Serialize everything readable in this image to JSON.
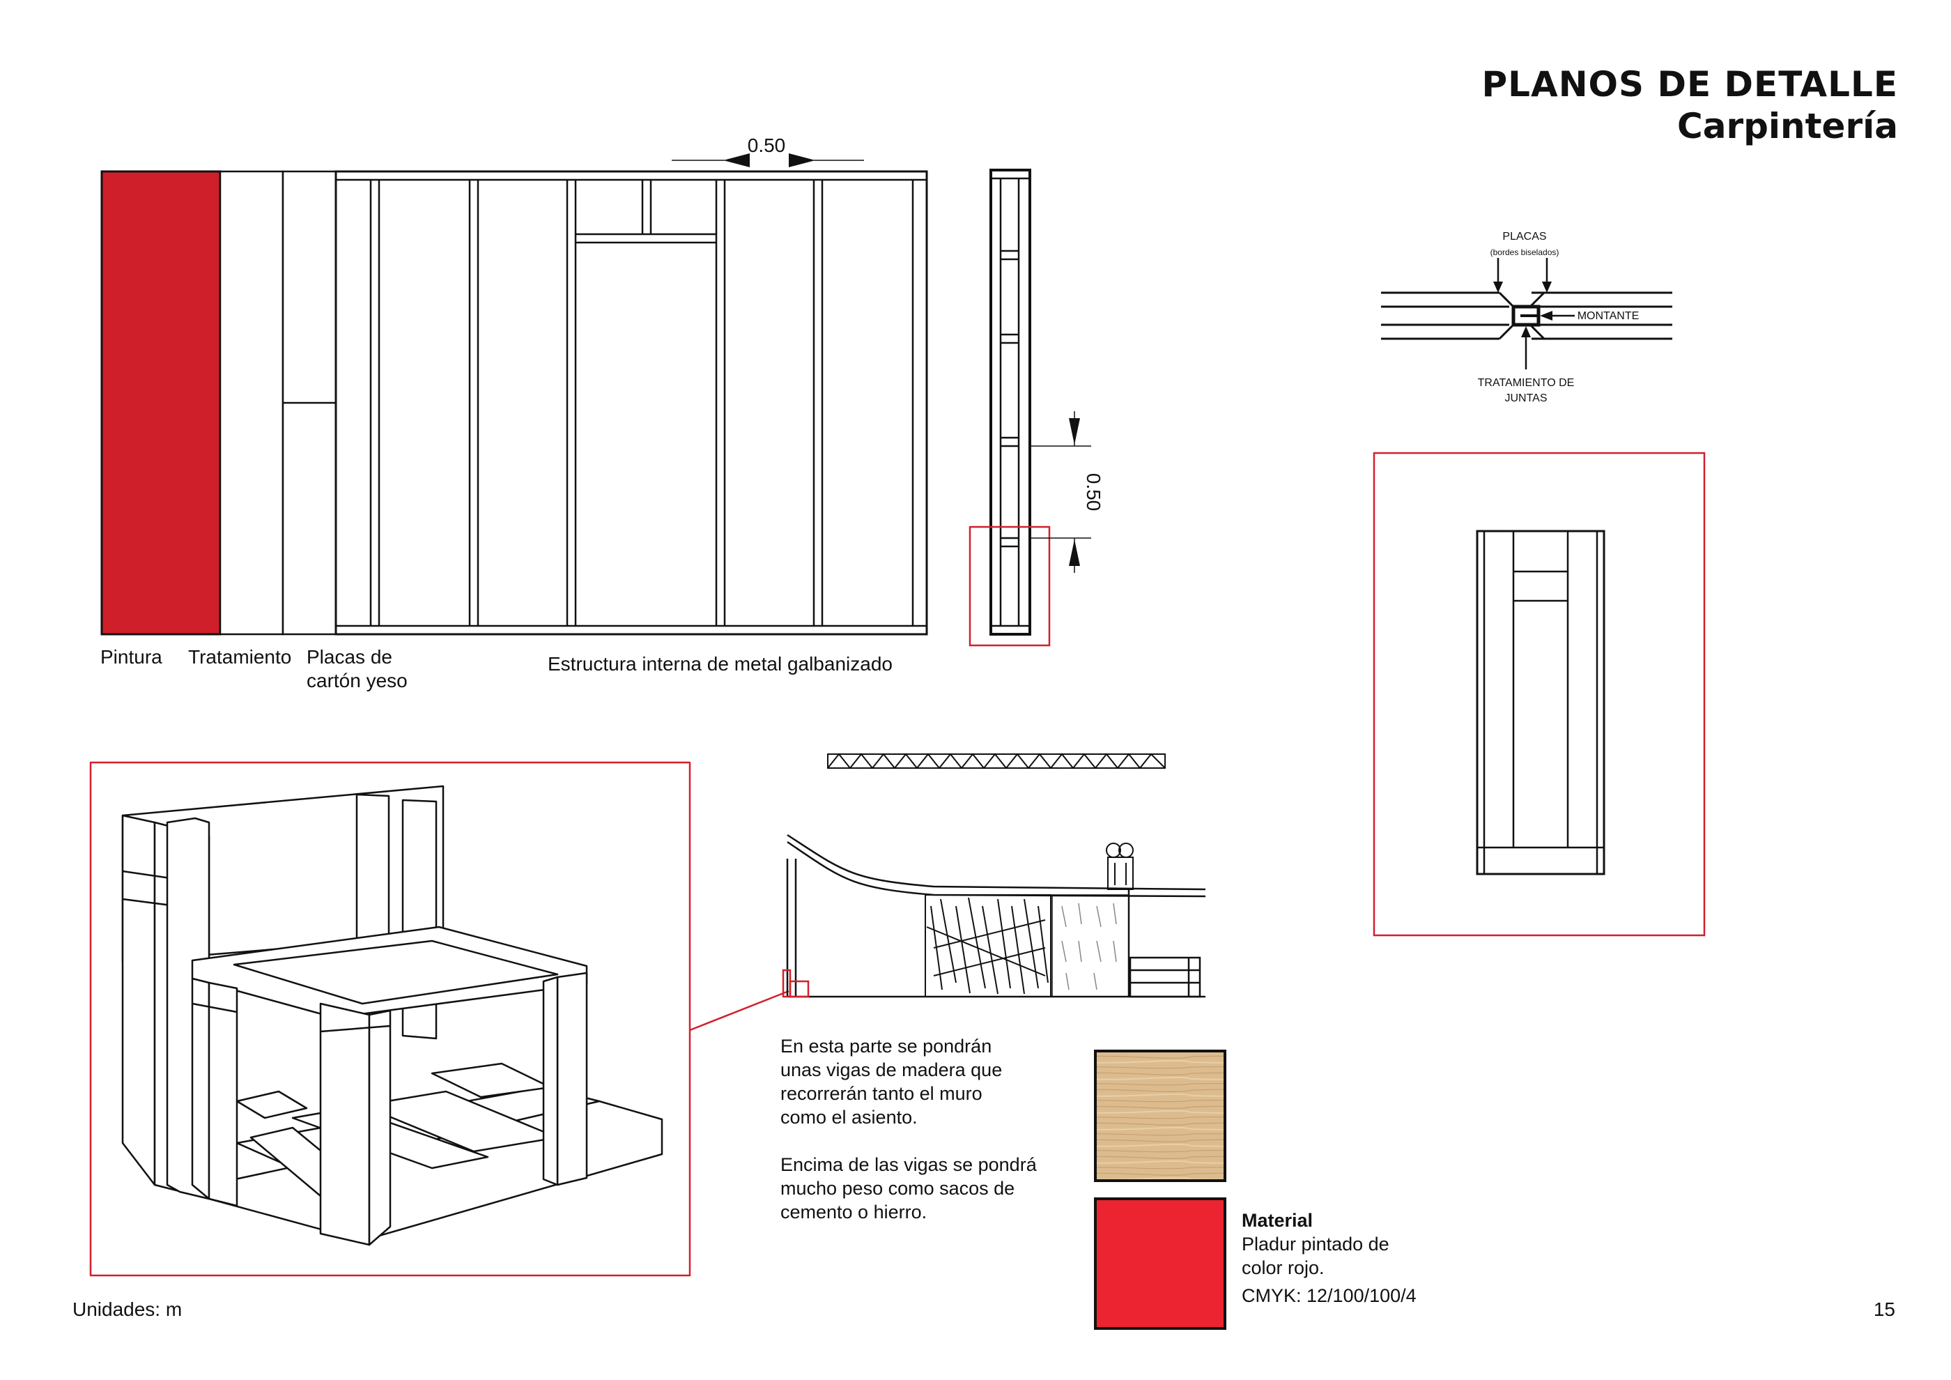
{
  "header": {
    "title": "PLANOS DE DETALLE",
    "subtitle": "Carpintería"
  },
  "wall_elevation": {
    "dim_width": "0.50",
    "labels": {
      "paint": "Pintura",
      "treatment": "Tratamiento",
      "boards_line1": "Placas de",
      "boards_line2": "cartón yeso",
      "structure": "Estructura interna de metal galbanizado"
    }
  },
  "wall_section": {
    "dim_height": "0.50"
  },
  "joint_detail": {
    "label_boards": "PLACAS",
    "label_boards_note": "(bordes biselados)",
    "label_stud": "MONTANTE",
    "label_treatment_1": "TRATAMIENTO DE",
    "label_treatment_2": "JUNTAS"
  },
  "notes": {
    "para1": [
      "En esta parte se pondrán",
      "unas vigas de madera que",
      "recorrerán tanto el muro",
      "como el asiento."
    ],
    "para2": [
      "Encima de las vigas se pondrá",
      "mucho peso como sacos de",
      "cemento o hierro."
    ]
  },
  "material": {
    "heading": "Material",
    "line1": "Pladur pintado de",
    "line2": "color rojo.",
    "cmyk": "CMYK: 12/100/100/4",
    "swatch_wood_color": "#ddbb8e",
    "swatch_red_color": "#ec2330"
  },
  "colors": {
    "paint_red": "#cf1f2a",
    "callout_red": "#d1202c"
  },
  "footer": {
    "units": "Unidades: m",
    "page_number": "15"
  }
}
